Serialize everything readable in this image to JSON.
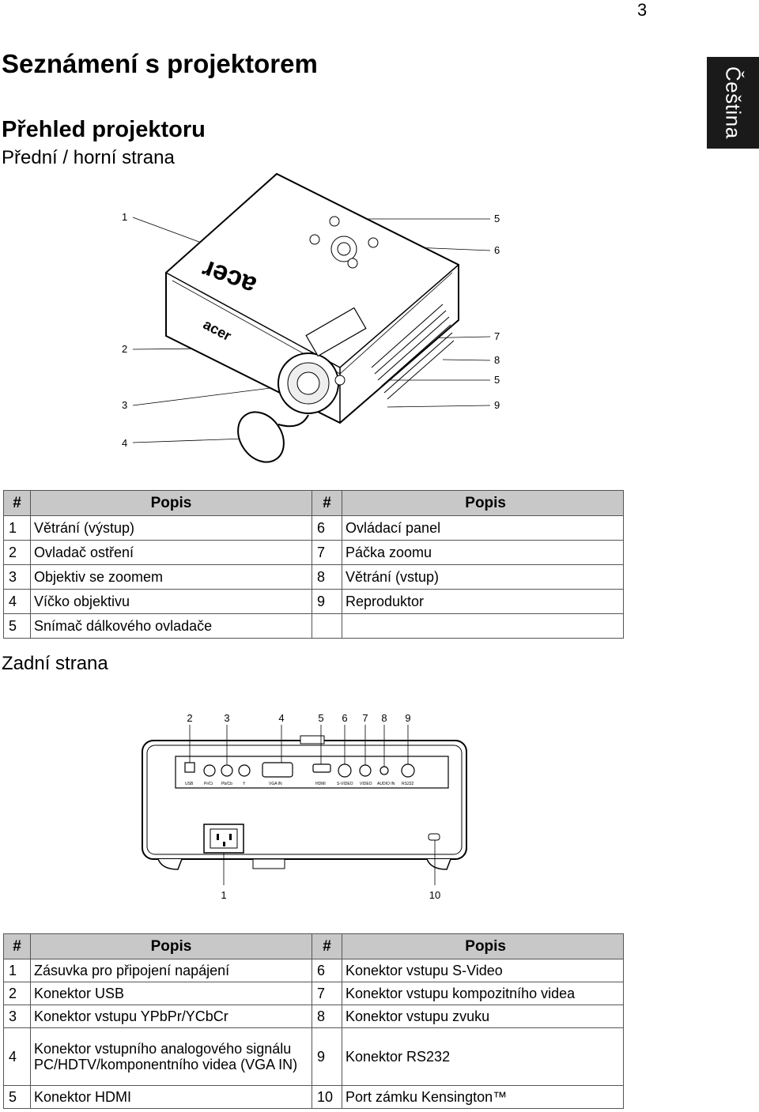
{
  "page_number": "3",
  "language_tab": "Čeština",
  "page_title": "Seznámení s projektorem",
  "section_title": "Přehled projektoru",
  "front": {
    "heading": "Přední / horní strana",
    "callouts_left": [
      "1",
      "2",
      "3",
      "4"
    ],
    "callouts_right": [
      "5",
      "6",
      "7",
      "8",
      "5",
      "9"
    ],
    "brand_top": "acer",
    "brand_front": "acer",
    "table": {
      "headers": [
        "#",
        "Popis",
        "#",
        "Popis"
      ],
      "rows": [
        [
          "1",
          "Větrání (výstup)",
          "6",
          "Ovládací panel"
        ],
        [
          "2",
          "Ovladač ostření",
          "7",
          "Páčka zoomu"
        ],
        [
          "3",
          "Objektiv se zoomem",
          "8",
          "Větrání (vstup)"
        ],
        [
          "4",
          "Víčko objektivu",
          "9",
          "Reproduktor"
        ],
        [
          "5",
          "Snímač dálkového ovladače",
          "",
          ""
        ]
      ]
    }
  },
  "rear": {
    "heading": "Zadní strana",
    "callouts_top": [
      "2",
      "3",
      "4",
      "5",
      "6",
      "7",
      "8",
      "9"
    ],
    "callouts_bottom": [
      "1",
      "10"
    ],
    "port_labels": [
      "USB",
      "Pr/Cr",
      "Pb/Cb",
      "Y",
      "VGA IN",
      "HDMI",
      "S-VIDEO",
      "VIDEO",
      "AUDIO IN",
      "RS232"
    ],
    "table": {
      "headers": [
        "#",
        "Popis",
        "#",
        "Popis"
      ],
      "rows": [
        [
          "1",
          "Zásuvka pro připojení napájení",
          "6",
          "Konektor vstupu S-Video"
        ],
        [
          "2",
          "Konektor USB",
          "7",
          "Konektor vstupu kompozitního videa"
        ],
        [
          "3",
          "Konektor vstupu YPbPr/YCbCr",
          "8",
          "Konektor vstupu zvuku"
        ],
        [
          "4",
          "Konektor vstupního analogového signálu PC/HDTV/komponentního videa (VGA IN)",
          "9",
          "Konektor RS232"
        ],
        [
          "5",
          "Konektor HDMI",
          "10",
          "Port zámku Kensington™"
        ]
      ]
    }
  }
}
